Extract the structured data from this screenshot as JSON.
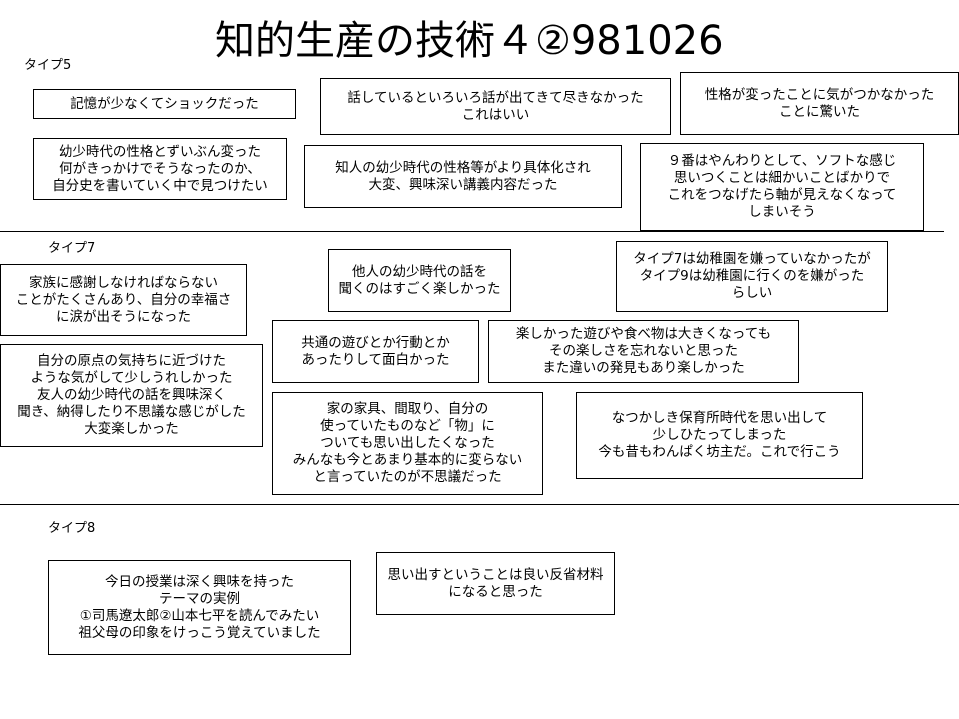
{
  "title": "知的生産の技術４②981026",
  "sections": {
    "type5": "タイプ5",
    "type7": "タイプ7",
    "type8": "タイプ8"
  },
  "notes": [
    "記憶が少なくてショックだった",
    "話しているといろいろ話が出てきて尽きなかった\nこれはいい",
    "性格が変ったことに気がつかなかった\nことに驚いた",
    "幼少時代の性格とずいぶん変った\n何がきっかけでそうなったのか、\n自分史を書いていく中で見つけたい",
    "知人の幼少時代の性格等がより具体化され\n大変、興味深い講義内容だった",
    "９番はやんわりとして、ソフトな感じ\n思いつくことは細かいことばかりで\nこれをつなげたら軸が見えなくなって\nしまいそう",
    "家族に感謝しなければならない\nことがたくさんあり、自分の幸福さ\nに涙が出そうになった",
    "他人の幼少時代の話を\n聞くのはすごく楽しかった",
    "タイプ7は幼稚園を嫌っていなかったが\nタイプ9は幼稚園に行くのを嫌がった\nらしい",
    "共通の遊びとか行動とか\nあったりして面白かった",
    "楽しかった遊びや食べ物は大きくなっても\nその楽しさを忘れないと思った\nまた違いの発見もあり楽しかった",
    "自分の原点の気持ちに近づけた\nような気がして少しうれしかった\n友人の幼少時代の話を興味深く\n聞き、納得したり不思議な感じがした\n大変楽しかった",
    "家の家具、間取り、自分の\n使っていたものなど「物」に\nついても思い出したくなった\nみんなも今とあまり基本的に変らない\nと言っていたのが不思議だった",
    "なつかしき保育所時代を思い出して\n少しひたってしまった\n今も昔もわんぱく坊主だ。これで行こう",
    "今日の授業は深く興味を持った\nテーマの実例\n①司馬遼太郎②山本七平を読んでみたい\n祖父母の印象をけっこう覚えていました",
    "思い出すということは良い反省材料\nになると思った"
  ]
}
